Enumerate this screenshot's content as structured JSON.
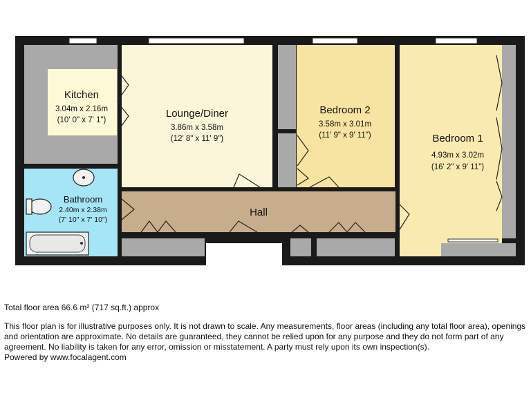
{
  "rooms": {
    "kitchen": {
      "name": "Kitchen",
      "metric": "3.04m x 2.16m",
      "imperial": "(10' 0\" x 7' 1\")"
    },
    "lounge": {
      "name": "Lounge/Diner",
      "metric": "3.86m x 3.58m",
      "imperial": "(12' 8\" x 11' 9\")"
    },
    "bedroom2": {
      "name": "Bedroom 2",
      "metric": "3.58m x 3.01m",
      "imperial": "(11' 9\" x 9' 11\")"
    },
    "bedroom1": {
      "name": "Bedroom 1",
      "metric": "4.93m x 3.02m",
      "imperial": "(16' 2\" x 9' 11\")"
    },
    "bathroom": {
      "name": "Bathroom",
      "metric": "2.40m x 2.38m",
      "imperial": "(7' 10\" x 7' 10\")"
    },
    "hall": {
      "name": "Hall"
    }
  },
  "colors": {
    "wall": "#1a1a1a",
    "cupboard": "#a9a9a9",
    "kitchen_floor": "#fdf9d6",
    "lounge_floor": "#fbf6d9",
    "bedroom2_floor": "#f7e4a2",
    "bedroom1_floor": "#f9eab2",
    "bathroom_floor": "#a5e5f5",
    "hall_floor": "#c8ad8d"
  },
  "footer": {
    "total_area": "Total floor area 66.6 m² (717 sq.ft.) approx",
    "disclaimer": "This floor plan is for illustrative purposes only. It is not drawn to scale. Any measurements, floor areas (including any total floor area), openings and orientation are approximate. No details are guaranteed, they cannot be relied upon for any purpose and they do not form part of any agreement. No liability is taken for any error, omission or misstatement. A party must rely upon its own inspection(s).",
    "powered_by": "Powered by www.focalagent.com"
  }
}
